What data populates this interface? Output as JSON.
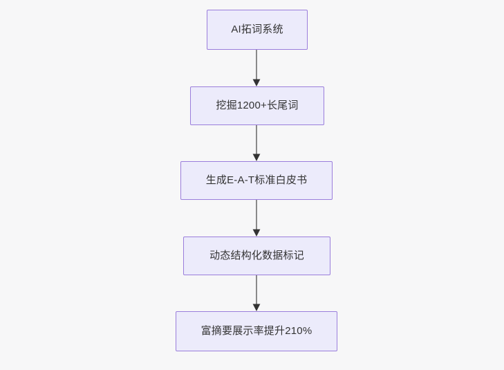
{
  "diagram": {
    "type": "flowchart",
    "direction": "top-to-bottom",
    "background_color": "#f7f7f8",
    "node_fill_color": "#ecebfb",
    "node_border_color": "#9a7ddb",
    "node_text_color": "#333333",
    "edge_color": "#8a8a8a",
    "arrowhead_color": "#333333",
    "nodes": [
      {
        "id": "n1",
        "label": "AI拓词系统"
      },
      {
        "id": "n2",
        "label": "挖掘1200+长尾词"
      },
      {
        "id": "n3",
        "label": "生成E-A-T标准白皮书"
      },
      {
        "id": "n4",
        "label": "动态结构化数据标记"
      },
      {
        "id": "n5",
        "label": "富摘要展示率提升210%"
      }
    ],
    "edges": [
      {
        "from": "n1",
        "to": "n2",
        "label": ""
      },
      {
        "from": "n2",
        "to": "n3",
        "label": ""
      },
      {
        "from": "n3",
        "to": "n4",
        "label": ""
      },
      {
        "from": "n4",
        "to": "n5",
        "label": ""
      }
    ]
  }
}
